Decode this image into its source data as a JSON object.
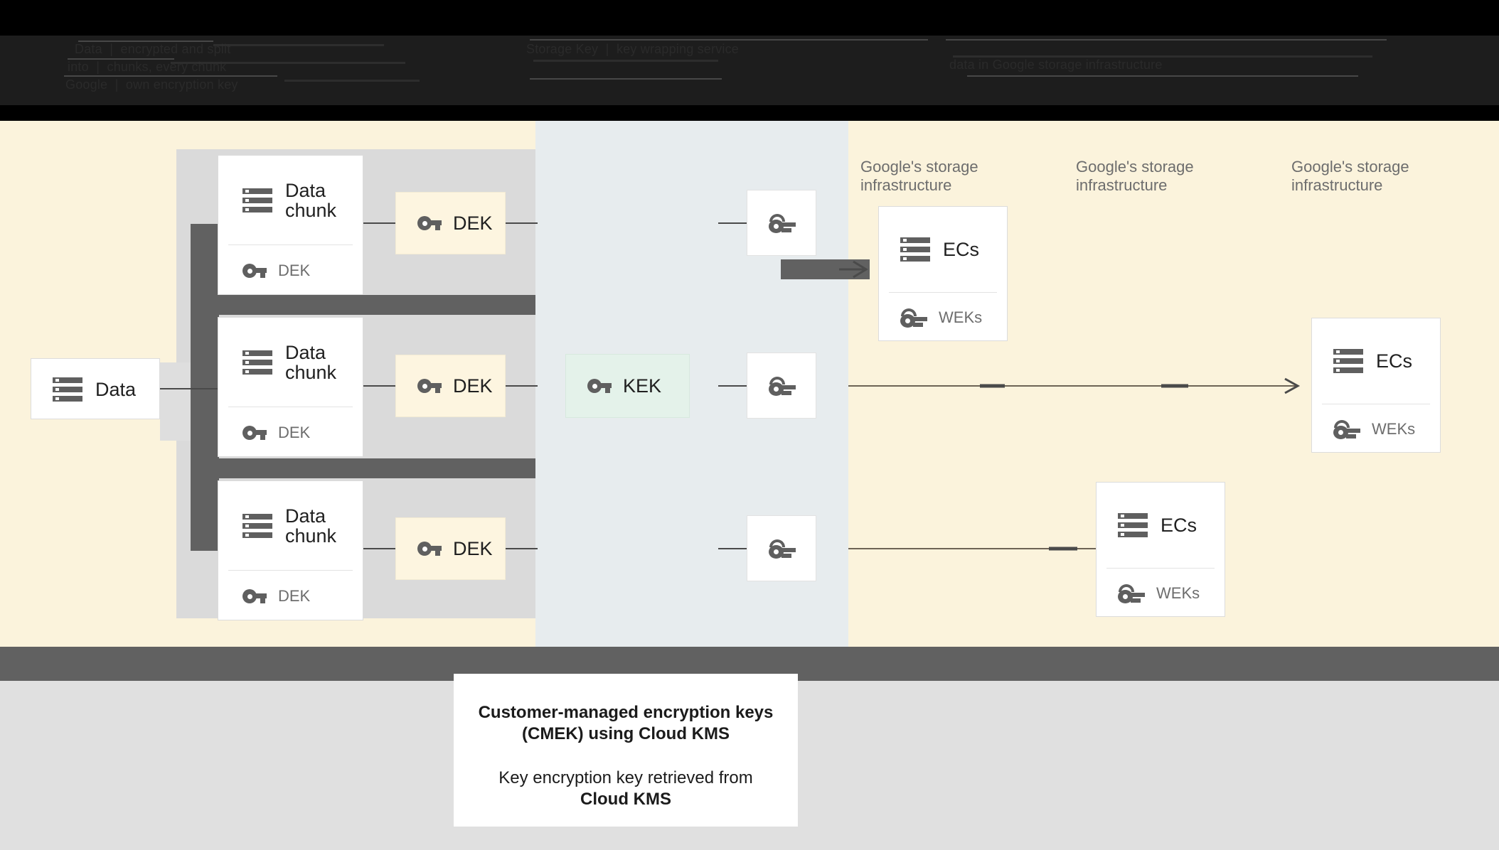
{
  "header": {
    "obscured": true,
    "note": "Top banner text is rendered dark-on-black and is illegible in the screenshot",
    "lines": [
      "Data  |  encrypted and split",
      "into  |  chunks, every chunk",
      "Google  |  own encryption key",
      "Storage Key  |  key wrapping service",
      "data in Google storage infrastructure"
    ]
  },
  "diagram": {
    "source_card": {
      "label": "Data",
      "icon": "server-icon"
    },
    "chunk_cards": [
      {
        "title": "Data\nchunk",
        "icon": "server-icon",
        "key_label": "DEK",
        "key_icon": "key-icon"
      },
      {
        "title": "Data\nchunk",
        "icon": "server-icon",
        "key_label": "DEK",
        "key_icon": "key-icon"
      },
      {
        "title": "Data\nchunk",
        "icon": "server-icon",
        "key_label": "DEK",
        "key_icon": "key-icon"
      }
    ],
    "dek_boxes": [
      {
        "label": "DEK",
        "icon": "key-icon",
        "color": "#fdf5e0"
      },
      {
        "label": "DEK",
        "icon": "key-icon",
        "color": "#fdf5e0"
      },
      {
        "label": "DEK",
        "icon": "key-icon",
        "color": "#fdf5e0"
      }
    ],
    "kek_box": {
      "label": "KEK",
      "icon": "key-icon",
      "color": "#e4f2ea"
    },
    "wrapped_key_boxes": [
      {
        "icon": "wrapped-key-icon"
      },
      {
        "icon": "wrapped-key-icon"
      },
      {
        "icon": "wrapped-key-icon"
      }
    ],
    "storage_labels": [
      "Google's storage\ninfrastructure",
      "Google's storage\ninfrastructure",
      "Google's storage\ninfrastructure"
    ],
    "ec_cards": [
      {
        "title": "ECs",
        "icon": "server-icon",
        "key_label": "WEKs",
        "key_icon": "wrapped-key-icon"
      },
      {
        "title": "ECs",
        "icon": "server-icon",
        "key_label": "WEKs",
        "key_icon": "wrapped-key-icon"
      },
      {
        "title": "ECs",
        "icon": "server-icon",
        "key_label": "WEKs",
        "key_icon": "wrapped-key-icon"
      }
    ]
  },
  "caption": {
    "title_line1": "Customer-managed encryption keys",
    "title_line2": "(CMEK) using Cloud KMS",
    "body_line1": "Key encryption key retrieved from",
    "body_line2": "Cloud KMS"
  },
  "colors": {
    "background_cream": "#fbf3dc",
    "background_bluegrey": "#e7ecee",
    "band_grey": "#dadada",
    "dark_grey": "#616161",
    "dek_fill": "#fdf5e0",
    "kek_fill": "#e4f2ea",
    "page_grey": "#e0e0e0"
  }
}
